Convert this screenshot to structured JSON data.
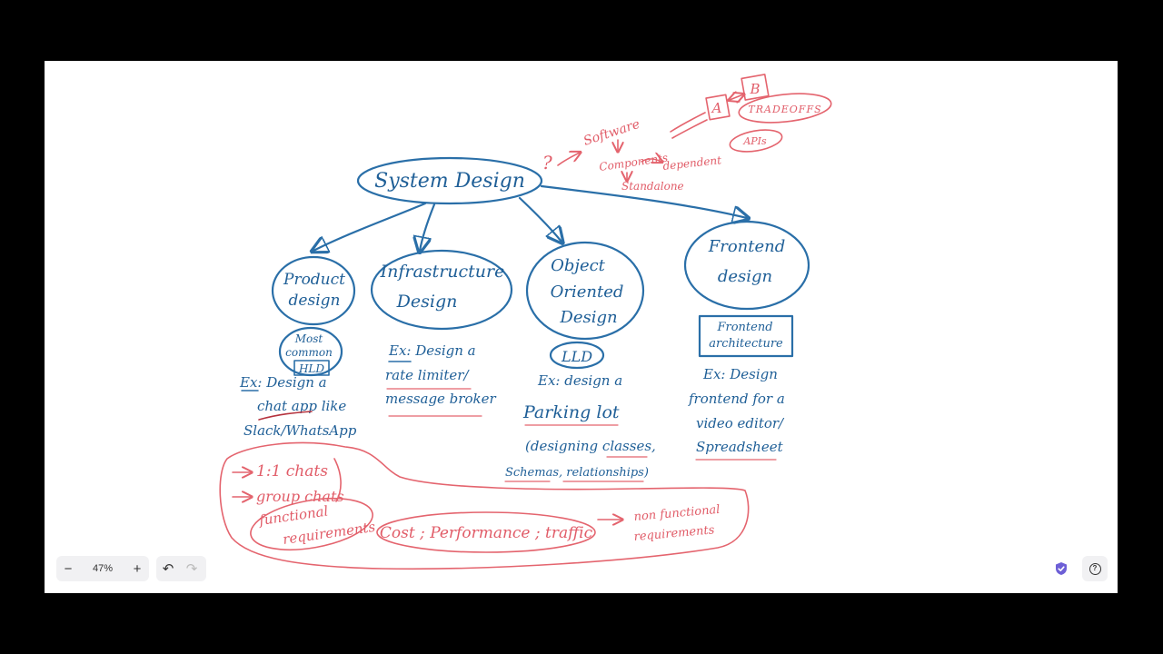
{
  "toolbar": {
    "zoom_out_icon": "−",
    "zoom_level": "47%",
    "zoom_in_icon": "+",
    "undo_icon": "↶",
    "redo_icon": "↷",
    "help_icon": "?"
  },
  "colors": {
    "blue_ink": "#2a6fa8",
    "red_ink": "#e4646e",
    "canvas": "#ffffff",
    "frame": "#000000",
    "shield": "#6d5fd6"
  },
  "whiteboard": {
    "root": "System Design",
    "question_mark": "?",
    "software": "Software",
    "components": "Components",
    "dependent": "dependent",
    "standalone": "Standalone",
    "box_a": "A",
    "box_b": "B",
    "tradeoffs": "TRADEOFFS",
    "apis": "APIs",
    "product_line1": "Product",
    "product_line2": "design",
    "most_line1": "Most",
    "most_line2": "common",
    "hld": "HLD",
    "product_ex_line1": "Ex: Design a",
    "product_ex_line2": "chat app like",
    "product_ex_line3": "Slack/WhatsApp",
    "infra_line1": "Infrastructure",
    "infra_line2": "Design",
    "infra_ex_line1": "Ex: Design a",
    "infra_ex_line2": "rate limiter/",
    "infra_ex_line3": "message broker",
    "ood_line1": "Object",
    "ood_line2": "Oriented",
    "ood_line3": "Design",
    "lld": "LLD",
    "ood_ex_line1": "Ex: design a",
    "ood_ex_line2": "Parking lot",
    "ood_ex_line3": "(designing classes,",
    "ood_ex_line4": "Schemas, relationships)",
    "frontend_line1": "Frontend",
    "frontend_line2": "design",
    "fe_arch_line1": "Frontend",
    "fe_arch_line2": "architecture",
    "fe_ex_line1": "Ex: Design",
    "fe_ex_line2": "frontend for a",
    "fe_ex_line3": "video editor/",
    "fe_ex_line4": "Spreadsheet",
    "chats_1_1": "1:1 chats",
    "group_chats": "group chats",
    "functional_line1": "functional",
    "functional_line2": "requirements",
    "nfr_items": "Cost ; Performance ; traffic",
    "nfr_line1": "non functional",
    "nfr_line2": "requirements"
  }
}
